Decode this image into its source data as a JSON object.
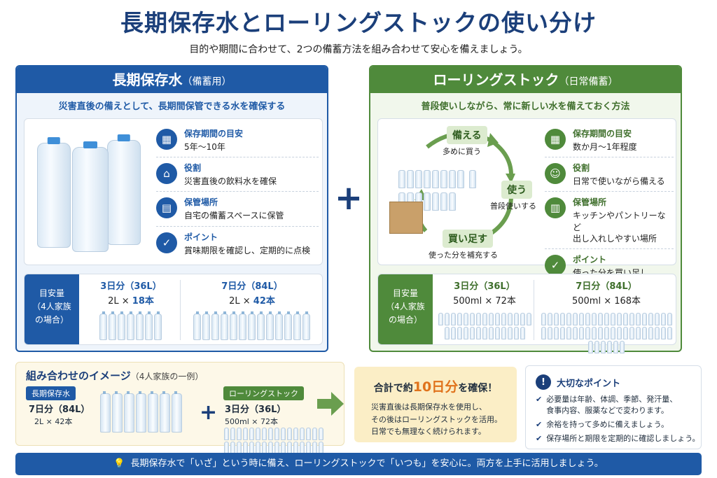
{
  "title": "長期保存水とローリングストックの使い分け",
  "subtitle": "目的や期間に合わせて、2つの備蓄方法を組み合わせて安心を備えましょう。",
  "left": {
    "heading": "長期保存水",
    "heading_sub": "（備蓄用）",
    "tagline": "災害直後の備えとして、長期間保管できる水を確保する",
    "items": [
      {
        "icon": "calendar-icon",
        "label": "保存期間の目安",
        "value": "5年〜10年"
      },
      {
        "icon": "house-icon",
        "label": "役割",
        "value": "災害直後の飲料水を確保"
      },
      {
        "icon": "cabinet-icon",
        "label": "保管場所",
        "value": "自宅の備蓄スペースに保管"
      },
      {
        "icon": "check-icon",
        "label": "ポイント",
        "value": "賞味期限を確認し、定期的に点検"
      }
    ],
    "amount_label": "目安量\n（4人家族\nの場合）",
    "amounts": [
      {
        "days": "3日分（36L）",
        "qty_prefix": "2L × ",
        "qty_num": "18本"
      },
      {
        "days": "7日分（84L）",
        "qty_prefix": "2L × ",
        "qty_num": "42本"
      }
    ]
  },
  "right": {
    "heading": "ローリングストック",
    "heading_sub": "（日常備蓄）",
    "tagline": "普段使いしながら、常に新しい水を備えておく方法",
    "cycle": {
      "step1": "備える",
      "step1_sub": "多めに買う",
      "step2": "使う",
      "step2_sub": "普段使いする",
      "step3": "買い足す",
      "step3_sub": "使った分を補充する"
    },
    "items": [
      {
        "icon": "calendar-icon",
        "label": "保存期間の目安",
        "value": "数か月〜1年程度"
      },
      {
        "icon": "people-icon",
        "label": "役割",
        "value": "日常で使いながら備える"
      },
      {
        "icon": "shelf-icon",
        "label": "保管場所",
        "value": "キッチンやパントリーなど\n出し入れしやすい場所"
      },
      {
        "icon": "check-icon",
        "label": "ポイント",
        "value": "使った分を買い足し、\n常に一定量を維持"
      }
    ],
    "amount_label": "目安量\n（4人家族\nの場合）",
    "amounts": [
      {
        "days": "3日分（36L）",
        "qty": "500ml × 72本"
      },
      {
        "days": "7日分（84L）",
        "qty": "500ml × 168本"
      }
    ]
  },
  "combo": {
    "title": "組み合わせのイメージ",
    "title_sub": "（4人家族の一例）",
    "left_pill": "長期保存水",
    "left_days": "7日分（84L）",
    "left_qty": "2L × 42本",
    "right_pill": "ローリングストック",
    "right_days": "3日分（36L）",
    "right_qty": "500ml × 72本"
  },
  "total": {
    "head_pre": "合計で約",
    "head_num": "10日分",
    "head_post": "を確保！",
    "body": "災害直後は長期保存水を使用し、\nその後はローリングストックを活用。\n日常でも無理なく続けられます。"
  },
  "points": {
    "title": "大切なポイント",
    "items": [
      "必要量は年齢、体調、季節、発汗量、\n食事内容、服薬などで変わります。",
      "余裕を持って多めに備えましょう。",
      "保存場所と期限を定期的に確認しましょう。"
    ]
  },
  "footer": "長期保存水で「いざ」という時に備え、ローリングストックで「いつも」を安心に。両方を上手に活用しましょう。",
  "colors": {
    "blue": "#1f5aa6",
    "green": "#4f8a3b",
    "navy": "#1b3f7a",
    "orange": "#e0731c"
  }
}
